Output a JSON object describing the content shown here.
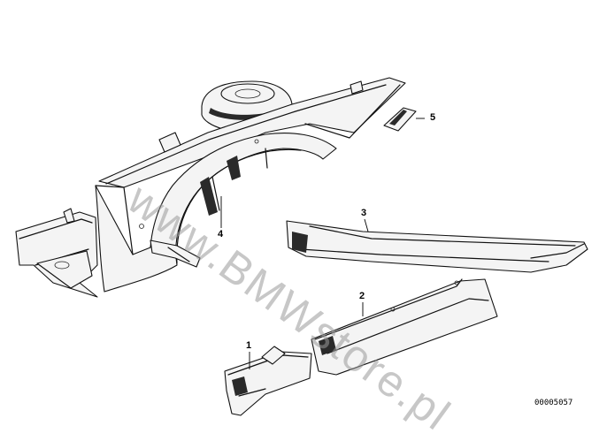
{
  "diagram": {
    "callouts": {
      "part_1": "1",
      "part_2": "2",
      "part_3": "3",
      "part_4": "4",
      "part_5": "5"
    },
    "catalog_number": "00005057",
    "watermark": "www.BMWstore.pl",
    "colors": {
      "line": "#111111",
      "watermark": "#9a9a9a",
      "background": "#ffffff"
    }
  }
}
